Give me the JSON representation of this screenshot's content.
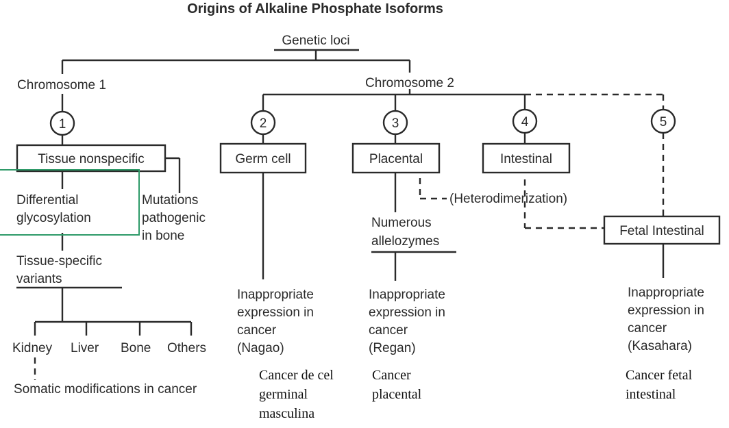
{
  "title": "Origins of Alkaline Phosphate Isoforms",
  "root": "Genetic loci",
  "chromosomes": [
    "Chromosome 1",
    "Chromosome 2"
  ],
  "loci_numbers": [
    "1",
    "2",
    "3",
    "4",
    "5"
  ],
  "boxes": {
    "tissue_nonspecific": "Tissue nonspecific",
    "germ_cell": "Germ cell",
    "placental": "Placental",
    "intestinal": "Intestinal",
    "fetal_intestinal": "Fetal Intestinal"
  },
  "tissue_branch": {
    "differential": [
      "Differential",
      "glycosylation"
    ],
    "mutations": [
      "Mutations",
      "pathogenic",
      "in bone"
    ],
    "variants": [
      "Tissue-specific",
      "variants"
    ],
    "tissues": [
      "Kidney",
      "Liver",
      "Bone",
      "Others"
    ],
    "somatic": "Somatic modifications in cancer"
  },
  "heterodimerization": "(Heterodimerization)",
  "allelozymes": [
    "Numerous",
    "allelozymes"
  ],
  "expression": {
    "nagao": [
      "Inappropriate",
      "expression in",
      "cancer",
      "(Nagao)"
    ],
    "regan": [
      "Inappropriate",
      "expression in",
      "cancer",
      "(Regan)"
    ],
    "kasahara": [
      "Inappropriate",
      "expression in",
      "cancer",
      "(Kasahara)"
    ]
  },
  "notes": {
    "germinal": [
      "Cancer de cel",
      "germinal",
      "masculina"
    ],
    "placental": [
      "Cancer",
      "placental"
    ],
    "fetal": [
      "Cancer fetal",
      "intestinal"
    ]
  },
  "colors": {
    "ink": "#2a2a2a",
    "highlight": "#2e9a68"
  }
}
